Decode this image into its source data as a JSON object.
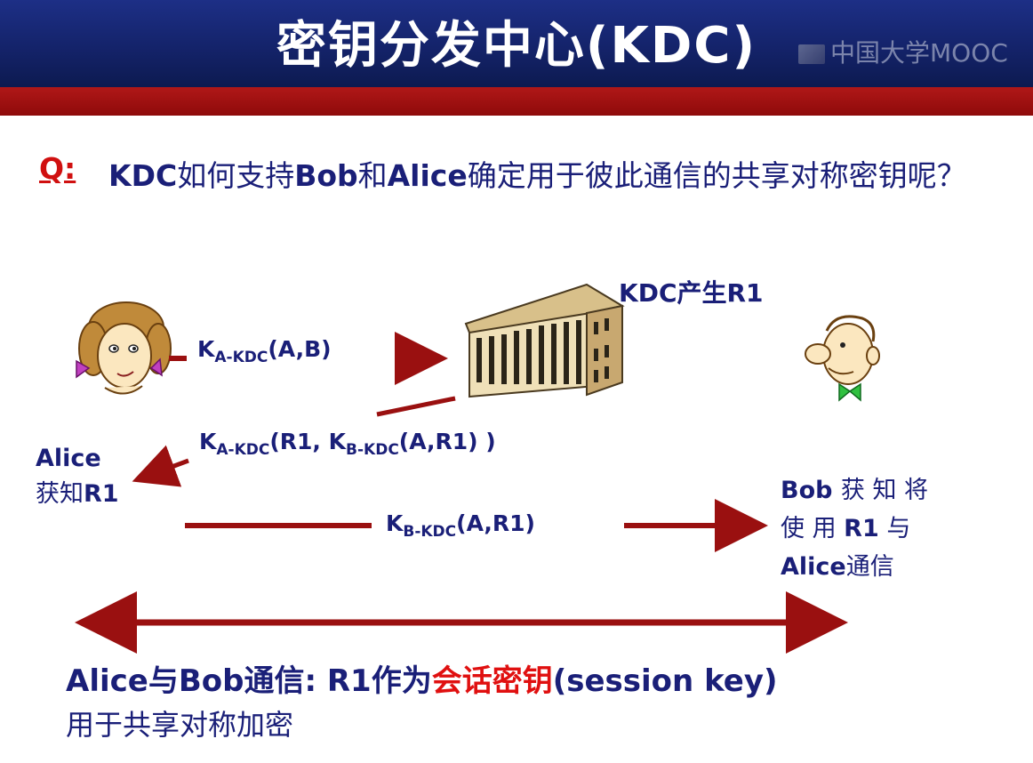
{
  "slide": {
    "title": "密钥分发中心(KDC)",
    "watermark": "中国大学MOOC"
  },
  "question": {
    "label": "Q:",
    "text_bold_1": "KDC",
    "text_1": "如何支持",
    "text_bold_2": "Bob",
    "text_2": "和",
    "text_bold_3": "Alice",
    "text_3": "确定用于彼此通信的共享对称密钥呢？"
  },
  "diagram": {
    "kdc_label": "KDC产生R1",
    "msg1": {
      "k": "K",
      "sub": "A-KDC",
      "args": "(A,B)"
    },
    "msg2": {
      "k": "K",
      "sub": "A-KDC",
      "args_pre": "(R1, ",
      "k2": "K",
      "sub2": "B-KDC",
      "args_post": "(A,R1) )"
    },
    "msg3": {
      "k": "K",
      "sub": "B-KDC",
      "args": "(A,R1)"
    },
    "alice_line1": "Alice",
    "alice_line2_pre": "获知",
    "alice_line2_bold": "R1",
    "bob_line1_bold": "Bob",
    "bob_line1": "获 知 将",
    "bob_line2_pre": "使 用 ",
    "bob_line2_bold": "R1",
    "bob_line2_post": " 与",
    "bob_line3_bold": "Alice",
    "bob_line3": "通信"
  },
  "conclusion": {
    "part1": "Alice与Bob通信: R1作为",
    "highlight": "会话密钥",
    "part2": "(session key)",
    "line2": "用于共享对称加密"
  },
  "colors": {
    "header_blue": "#1a2a7a",
    "header_red": "#a01010",
    "text_blue": "#1a1f78",
    "accent_red": "#e01010",
    "arrow_red": "#9a1010"
  }
}
